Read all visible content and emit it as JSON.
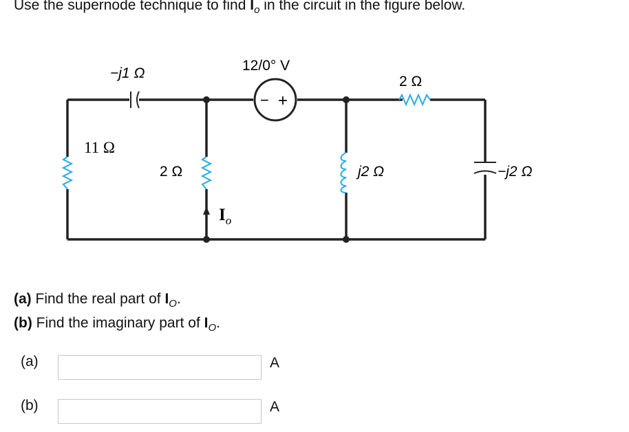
{
  "prompt": {
    "text_before": "Use the supernode technique to find ",
    "var_main": "I",
    "var_sub": "o",
    "text_after": " in the circuit in the figure below."
  },
  "circuit": {
    "c_top_left": "−j1 Ω",
    "source": "12/0° V",
    "source_plus": "+",
    "source_minus": "−",
    "r_top_right": "2 Ω",
    "r_left": "11 Ω",
    "r_mid": "2 Ω",
    "current_main": "I",
    "current_sub": "o",
    "l_mid": "j2 Ω",
    "c_right": "−j2 Ω"
  },
  "questions": {
    "a_prefix": "(a)",
    "a_text": " Find the real part of ",
    "b_prefix": "(b)",
    "b_text": " Find the imaginary part of ",
    "var_main": "I",
    "var_sub": "O",
    "period": "."
  },
  "answers": {
    "a_label": "(a)",
    "b_label": "(b)",
    "a_value": "",
    "b_value": "",
    "unit_a": "A",
    "unit_b": "A"
  },
  "colors": {
    "wire": "#222222",
    "resistor": "#29abe2"
  }
}
